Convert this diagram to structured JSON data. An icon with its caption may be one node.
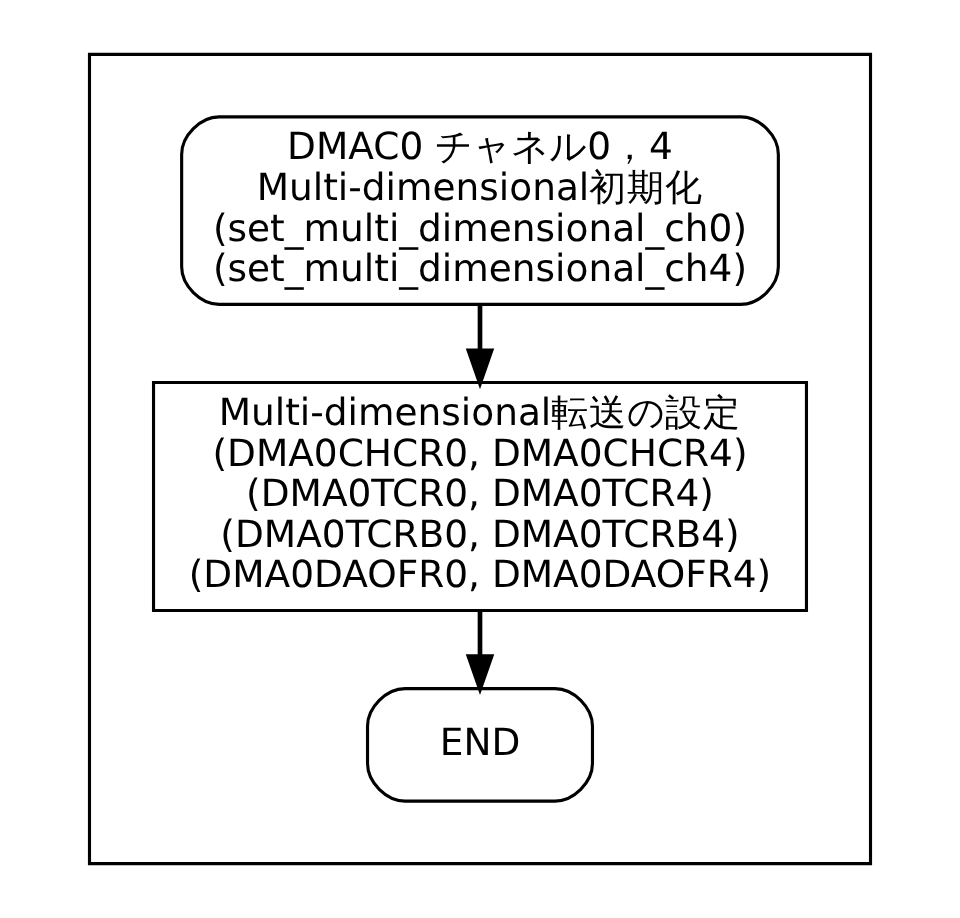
{
  "diagram": {
    "nodes": [
      {
        "text": [],
        "shape": "box"
      },
      {
        "text": [
          "DMAC0 チャネル0，4",
          "Multi-dimensional初期化",
          "(set_multi_dimensional_ch0)",
          "(set_multi_dimensional_ch4)"
        ],
        "in": 0
      },
      {
        "text": [
          "Multi-dimensional転送の設定",
          "(DMA0CHCR0, DMA0CHCR4)",
          "(DMA0TCR0, DMA0TCR4)",
          "(DMA0TCRB0, DMA0TCRB4)",
          "(DMA0DAOFR0, DMA0DAOFR4)"
        ],
        "in": 0
      },
      {
        "text": [
          "END"
        ],
        "in": 0
      }
    ],
    "edges": [
      {
        "from": 1,
        "to": 2,
        "arrow": "to"
      },
      {
        "from": 2,
        "to": 3,
        "arrow": "to"
      }
    ]
  }
}
